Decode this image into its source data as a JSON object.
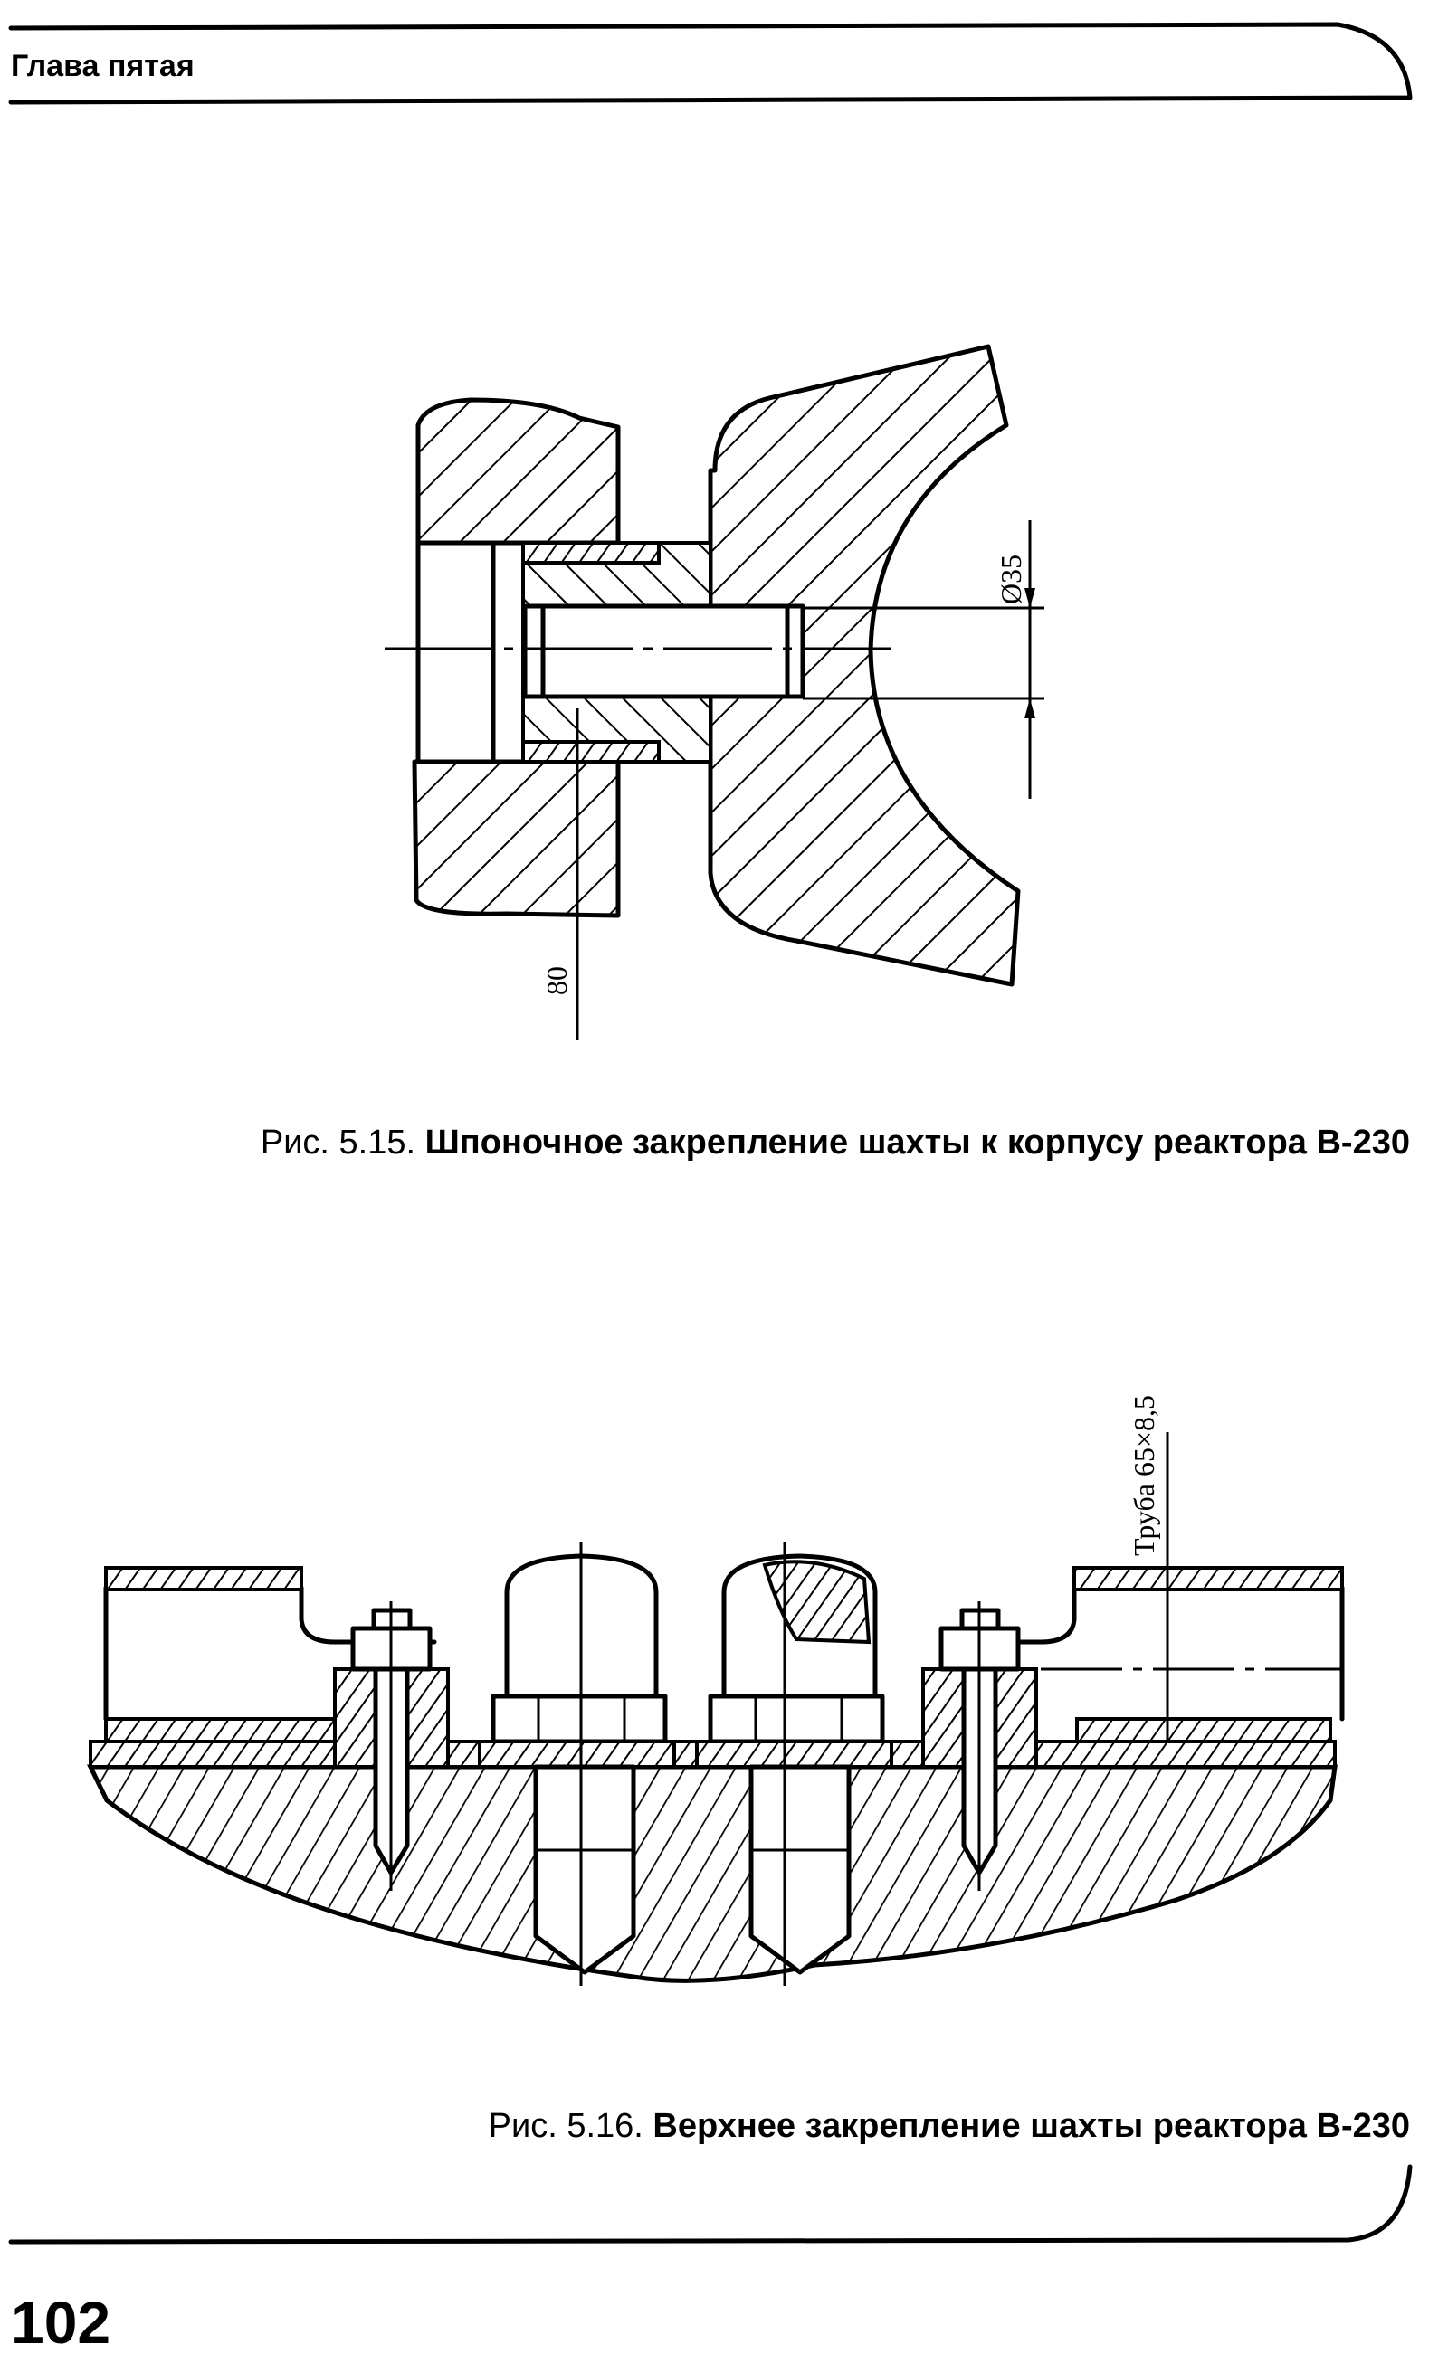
{
  "header": {
    "chapter": "Глава пятая"
  },
  "figures": [
    {
      "number": "Рис. 5.15.",
      "title": "Шпоночное закрепление шахты к корпусу реактора В-230",
      "dimensions": {
        "diameter": "Ø35",
        "length": "80"
      }
    },
    {
      "number": "Рис. 5.16.",
      "title": "Верхнее закрепление шахты реактора В-230",
      "labels": {
        "pipe": "Труба 65×8,5"
      }
    }
  ],
  "footer": {
    "page_number": "102"
  }
}
